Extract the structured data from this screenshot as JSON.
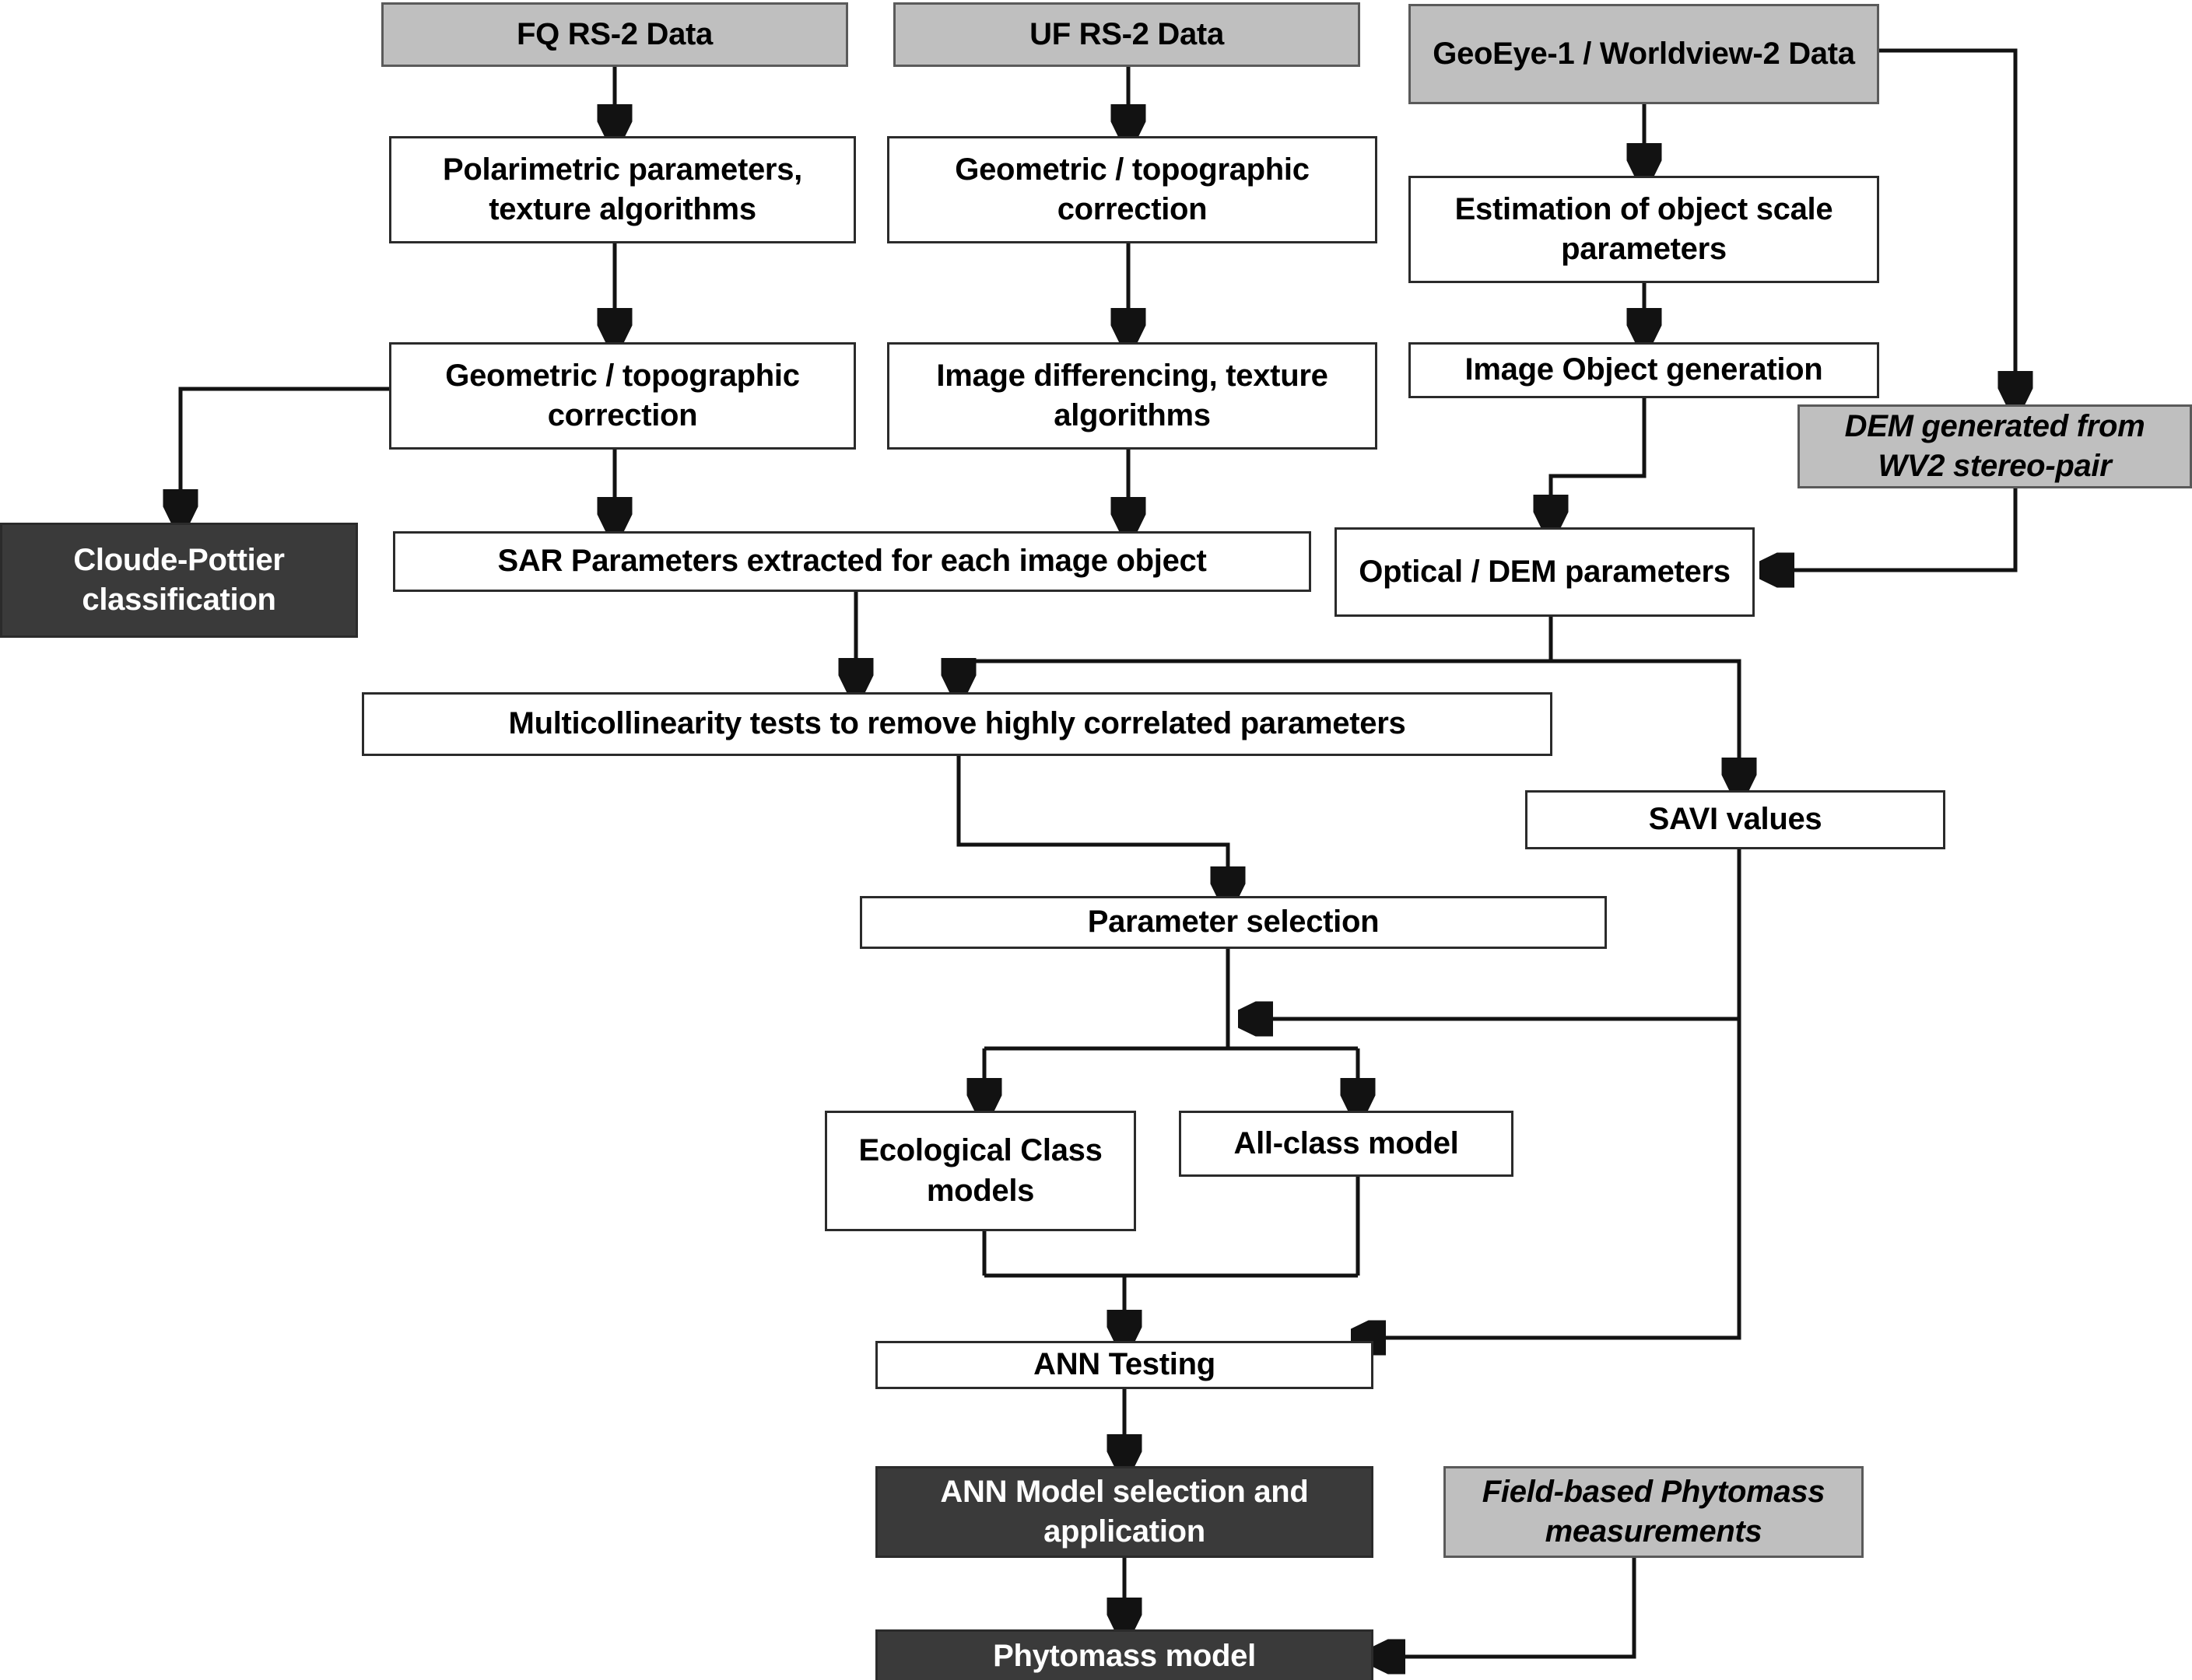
{
  "diagram": {
    "title": "Remote sensing phytomass modelling workflow",
    "colors": {
      "gray_fill": "#BFBFBF",
      "dark_fill": "#3A3A3A",
      "white_fill": "#FFFFFF",
      "stroke": "#121212",
      "dark_text": "#000000",
      "light_text": "#FFFFFF"
    },
    "nodes": {
      "fq_rs2_data": "FQ RS-2 Data",
      "uf_rs2_data": "UF RS-2 Data",
      "geoeye_wv2_data": "GeoEye-1 / Worldview-2 Data",
      "polarimetric_params": "Polarimetric parameters, texture algorithms",
      "geometric_correction_uf": "Geometric / topographic correction",
      "estimation_object_scale": "Estimation of object scale parameters",
      "geometric_correction_fq": "Geometric / topographic correction",
      "image_differencing": "Image differencing, texture algorithms",
      "image_object_generation": "Image Object generation",
      "dem_wv2_stereo": "DEM generated from WV2 stereo-pair",
      "cloude_pottier": "Cloude-Pottier classification",
      "sar_parameters": "SAR Parameters extracted for each image object",
      "optical_dem_parameters": "Optical / DEM parameters",
      "multicollinearity_tests": "Multicollinearity tests to remove highly correlated parameters",
      "savi_values": "SAVI values",
      "parameter_selection": "Parameter selection",
      "ecological_class_models": "Ecological Class models",
      "all_class_model": "All-class model",
      "ann_testing": "ANN Testing",
      "ann_model_selection": "ANN Model selection and application",
      "field_phytomass": "Field-based Phytomass measurements",
      "phytomass_model": "Phytomass model"
    },
    "edges": [
      {
        "from": "fq_rs2_data",
        "to": "polarimetric_params"
      },
      {
        "from": "uf_rs2_data",
        "to": "geometric_correction_uf"
      },
      {
        "from": "geoeye_wv2_data",
        "to": "estimation_object_scale"
      },
      {
        "from": "geoeye_wv2_data",
        "to": "dem_wv2_stereo"
      },
      {
        "from": "polarimetric_params",
        "to": "geometric_correction_fq"
      },
      {
        "from": "geometric_correction_uf",
        "to": "image_differencing"
      },
      {
        "from": "estimation_object_scale",
        "to": "image_object_generation"
      },
      {
        "from": "geometric_correction_fq",
        "to": "cloude_pottier"
      },
      {
        "from": "geometric_correction_fq",
        "to": "sar_parameters"
      },
      {
        "from": "image_differencing",
        "to": "sar_parameters"
      },
      {
        "from": "image_object_generation",
        "to": "optical_dem_parameters"
      },
      {
        "from": "dem_wv2_stereo",
        "to": "optical_dem_parameters"
      },
      {
        "from": "sar_parameters",
        "to": "multicollinearity_tests"
      },
      {
        "from": "optical_dem_parameters",
        "to": "multicollinearity_tests"
      },
      {
        "from": "optical_dem_parameters",
        "to": "savi_values"
      },
      {
        "from": "multicollinearity_tests",
        "to": "parameter_selection"
      },
      {
        "from": "savi_values",
        "to": "parameter_selection_junction"
      },
      {
        "from": "savi_values",
        "to": "ann_testing"
      },
      {
        "from": "parameter_selection",
        "to": "ecological_class_models"
      },
      {
        "from": "parameter_selection",
        "to": "all_class_model"
      },
      {
        "from": "ecological_class_models",
        "to": "ann_testing"
      },
      {
        "from": "all_class_model",
        "to": "ann_testing"
      },
      {
        "from": "ann_testing",
        "to": "ann_model_selection"
      },
      {
        "from": "ann_model_selection",
        "to": "phytomass_model"
      },
      {
        "from": "field_phytomass",
        "to": "phytomass_model"
      }
    ]
  }
}
